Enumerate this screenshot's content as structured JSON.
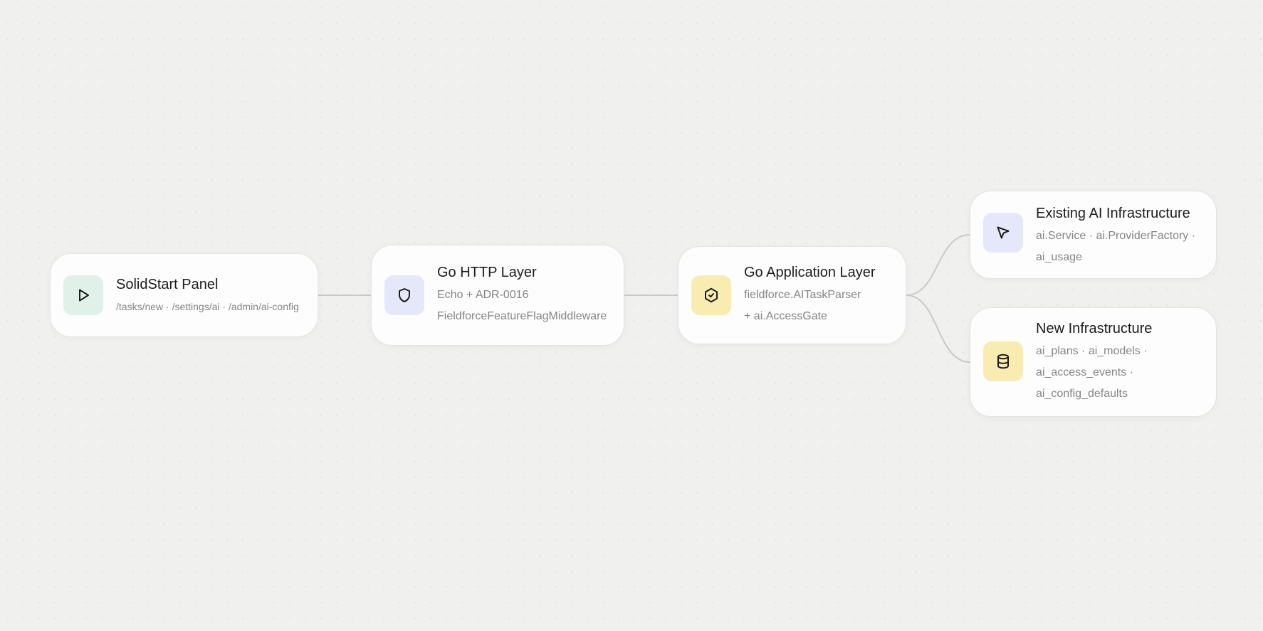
{
  "colors": {
    "green_tint": "#dff1e8",
    "blue_tint": "#e4e8fa",
    "yellow_tint": "#f8ecb0",
    "connector": "#c9c9c6"
  },
  "nodes": {
    "solidstart": {
      "title": "SolidStart Panel",
      "subtitle": "/tasks/new · /settings/ai · /admin/ai-config",
      "icon": "play-icon"
    },
    "http": {
      "title": "Go HTTP Layer",
      "line1": "Echo + ADR-0016",
      "line2": "FieldforceFeatureFlagMiddleware",
      "icon": "shield-icon"
    },
    "app": {
      "title": "Go Application Layer",
      "line1": "fieldforce.AITaskParser",
      "line2": "+ ai.AccessGate",
      "icon": "hexagon-check-icon"
    },
    "existing": {
      "title": "Existing AI Infrastructure",
      "line1": "ai.Service · ai.ProviderFactory ·",
      "line2": "ai_usage",
      "icon": "cursor-arrow-icon"
    },
    "new": {
      "title": "New Infrastructure",
      "line1": "ai_plans · ai_models ·",
      "line2": "ai_access_events ·",
      "line3": "ai_config_defaults",
      "icon": "database-icon"
    }
  },
  "edges": [
    {
      "from": "solidstart",
      "to": "http"
    },
    {
      "from": "http",
      "to": "app"
    },
    {
      "from": "app",
      "to": "existing"
    },
    {
      "from": "app",
      "to": "new"
    }
  ]
}
